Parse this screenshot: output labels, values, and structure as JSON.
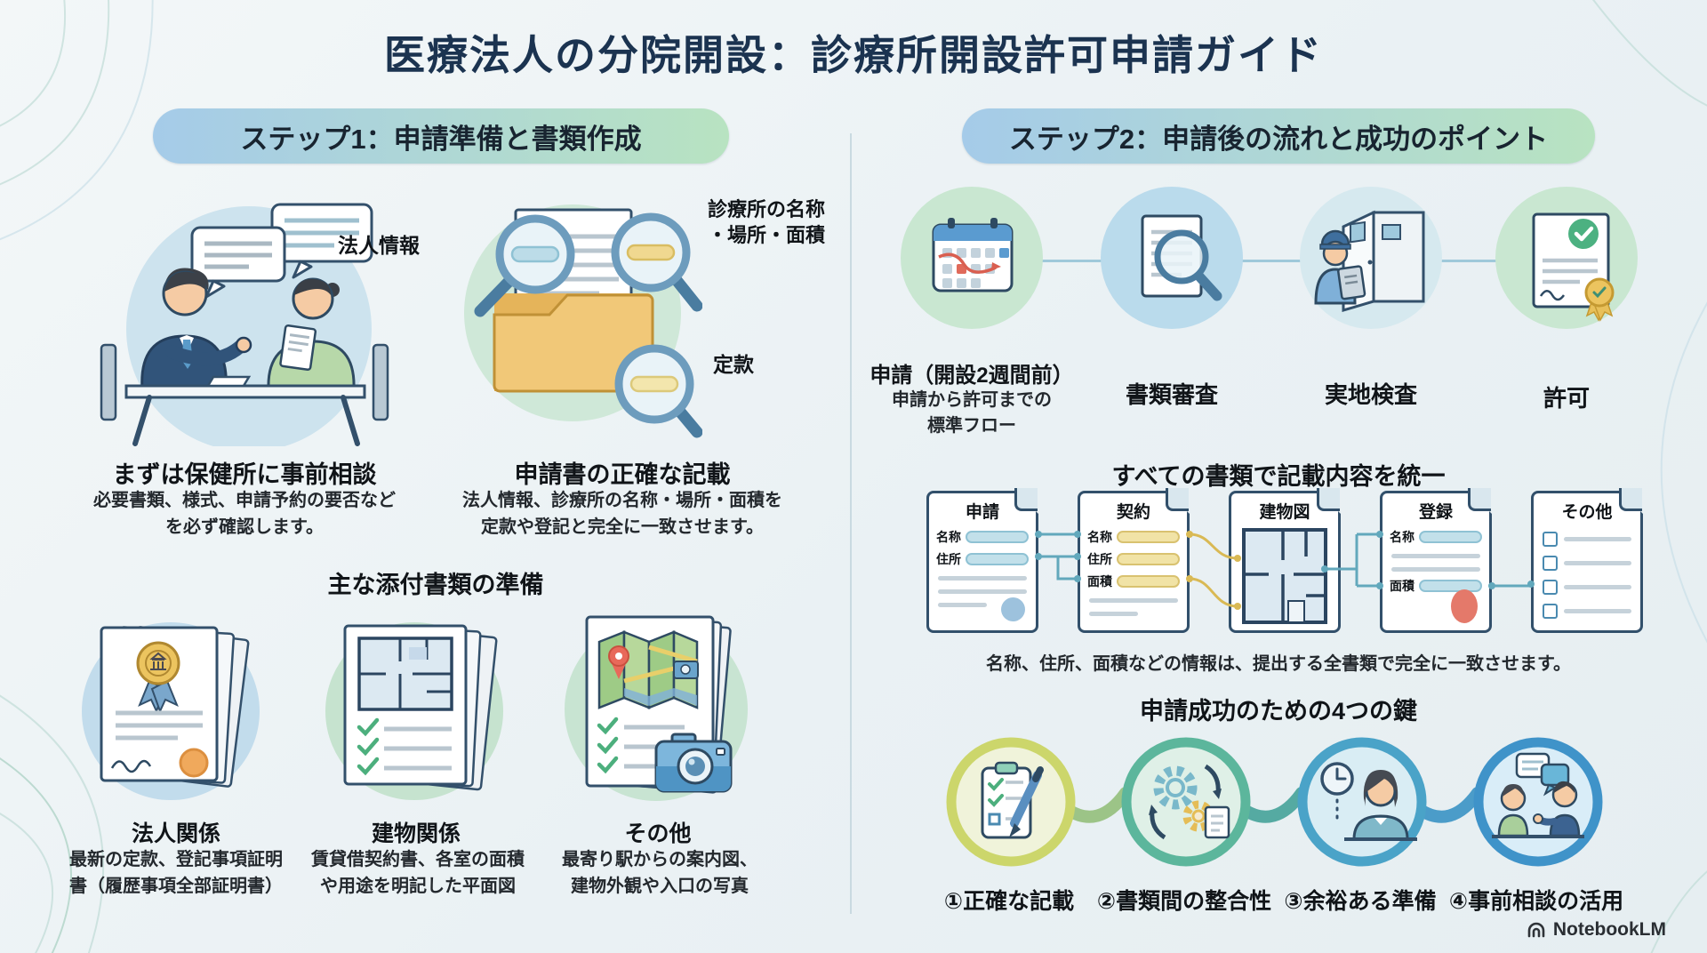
{
  "title": "医療法人の分院開設：診療所開設許可申請ガイド",
  "brand": {
    "name": "NotebookLM"
  },
  "colors": {
    "title_navy": "#1b3350",
    "pill_gradient_start": "#a5cbe9",
    "pill_gradient_end": "#b8e3c1",
    "accent_teal": "#62a8bc",
    "accent_yellow": "#d9b954",
    "accent_green": "#4cb181",
    "accent_red": "#e4796a",
    "folder_yellow": "#f1c878",
    "circle_blue": "#cde3ee",
    "circle_green": "#cfe8d8"
  },
  "step1": {
    "header": "ステップ1：申請準備と書類作成",
    "consult": {
      "title": "まずは保健所に事前相談",
      "desc": [
        "必要書類、様式、申請予約の要否など",
        "を必ず確認します。"
      ]
    },
    "accurate": {
      "labels": {
        "corporate": "法人情報",
        "clinic": [
          "診療所の名称",
          "・場所・面積"
        ],
        "articles": "定款"
      },
      "title": "申請書の正確な記載",
      "desc": [
        "法人情報、診療所の名称・場所・面積を",
        "定款や登記と完全に一致させます。"
      ]
    },
    "attachments": {
      "header": "主な添付書類の準備",
      "items": [
        {
          "title": "法人関係",
          "desc": [
            "最新の定款、登記事項証明",
            "書（履歴事項全部証明書）"
          ]
        },
        {
          "title": "建物関係",
          "desc": [
            "賃貸借契約書、各室の面積",
            "や用途を明記した平面図"
          ]
        },
        {
          "title": "その他",
          "desc": [
            "最寄り駅からの案内図、",
            "建物外観や入口の写真"
          ]
        }
      ]
    }
  },
  "step2": {
    "header": "ステップ2：申請後の流れと成功のポイント",
    "flow": [
      {
        "label": "申請（開設2週間前）",
        "sub": [
          "申請から許可までの",
          "標準フロー"
        ]
      },
      {
        "label": "書類審査"
      },
      {
        "label": "実地検査"
      },
      {
        "label": "許可"
      }
    ],
    "consistency": {
      "header": "すべての書類で記載内容を統一",
      "docs": [
        {
          "title": "申請",
          "fields": [
            "名称",
            "住所"
          ]
        },
        {
          "title": "契約",
          "fields": [
            "名称",
            "住所",
            "面積"
          ]
        },
        {
          "title": "建物図",
          "fields": []
        },
        {
          "title": "登録",
          "fields": [
            "名称",
            "面積"
          ]
        },
        {
          "title": "その他",
          "fields": []
        }
      ],
      "note": "名称、住所、面積などの情報は、提出する全書類で完全に一致させます。"
    },
    "keys": {
      "header": "申請成功のための4つの鍵",
      "items": [
        {
          "label": "①正確な記載"
        },
        {
          "label": "②書類間の整合性"
        },
        {
          "label": "③余裕ある準備"
        },
        {
          "label": "④事前相談の活用"
        }
      ]
    }
  }
}
